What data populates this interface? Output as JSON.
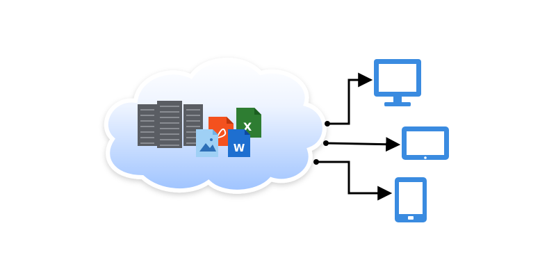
{
  "diagram": {
    "cloud": {
      "fill_top": "#ffffff",
      "fill_bottom": "#9ec3ff",
      "contents": {
        "servers": {
          "icon": "server-rack-icon",
          "count": 3,
          "color": "#5a5d63"
        },
        "documents": [
          {
            "icon": "image-file-icon",
            "color": "#9fd0f5",
            "label": ""
          },
          {
            "icon": "pdf-file-icon",
            "color": "#f4511e",
            "label": ""
          },
          {
            "icon": "excel-file-icon",
            "color": "#2e7d32",
            "label": "X"
          },
          {
            "icon": "word-file-icon",
            "color": "#1e6fd0",
            "label": "W"
          }
        ]
      }
    },
    "connector_color": "#000000",
    "devices": [
      {
        "icon": "desktop-monitor-icon",
        "color": "#3a8be0"
      },
      {
        "icon": "laptop-screen-icon",
        "color": "#3a8be0"
      },
      {
        "icon": "tablet-icon",
        "color": "#3a8be0"
      }
    ]
  }
}
